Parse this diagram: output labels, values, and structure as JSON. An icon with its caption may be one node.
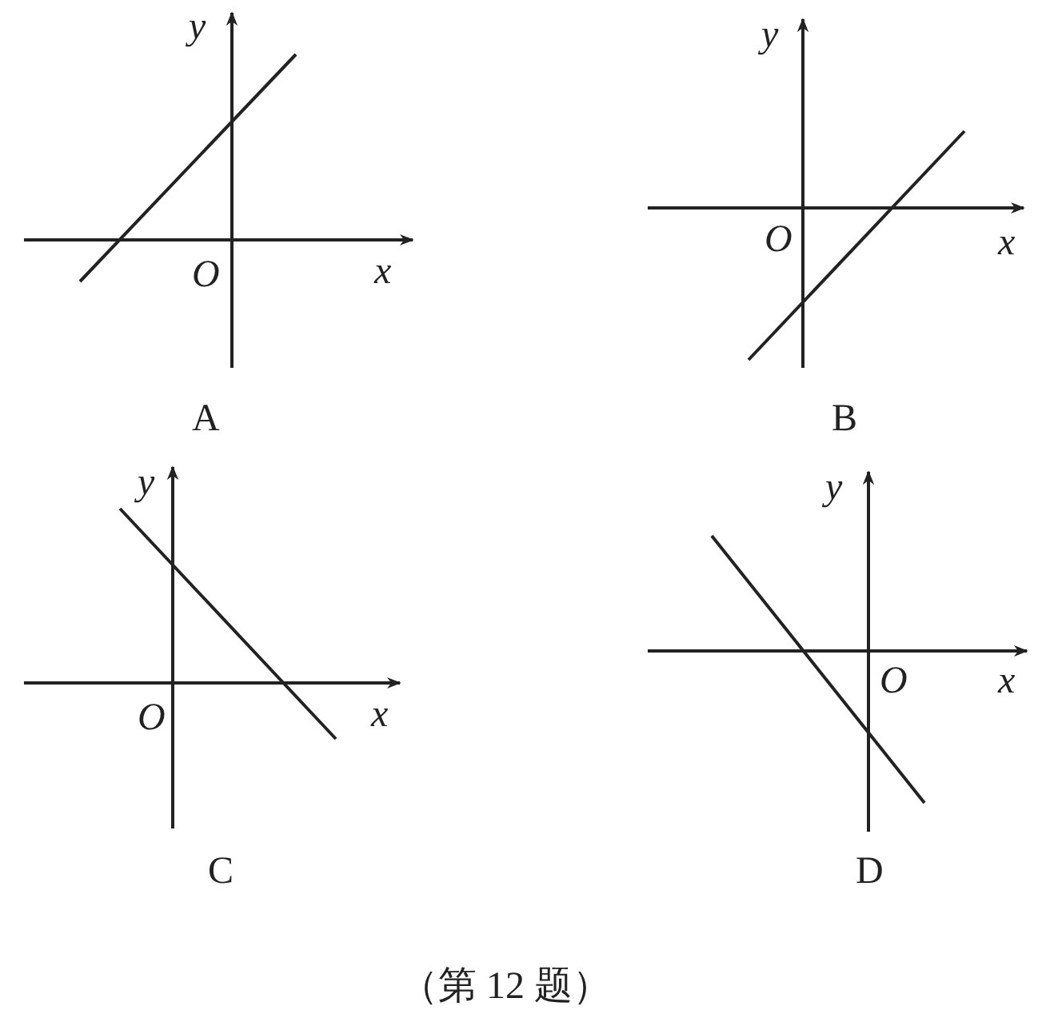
{
  "diagram": {
    "caption": "（第 12 题）",
    "labels": [
      "y",
      "O",
      "x",
      "A",
      "y",
      "O",
      "x",
      "B",
      "y",
      "O",
      "x",
      "C",
      "y",
      "O",
      "x",
      "D"
    ]
  }
}
